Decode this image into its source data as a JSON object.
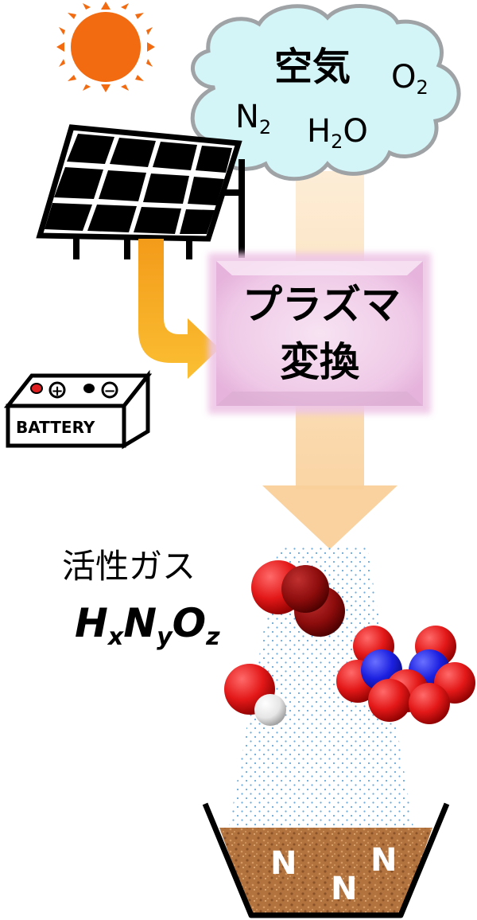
{
  "air": {
    "title": "空気",
    "gases": [
      {
        "name": "O2",
        "base": "O",
        "sub": "2",
        "tail": ""
      },
      {
        "name": "N2",
        "base": "N",
        "sub": "2",
        "tail": ""
      },
      {
        "name": "H2O",
        "base": "H",
        "sub": "2",
        "tail": "O"
      }
    ]
  },
  "plasma": {
    "line1": "プラズマ",
    "line2": "変換"
  },
  "battery": {
    "label": "BATTERY",
    "plus": "+",
    "minus": "−"
  },
  "active_gas": {
    "title": "活性ガス",
    "formula": [
      {
        "base": "H",
        "sub": "x"
      },
      {
        "base": "N",
        "sub": "y"
      },
      {
        "base": "O",
        "sub": "z"
      }
    ]
  },
  "soil": {
    "labels": [
      "N",
      "N",
      "N"
    ]
  },
  "colors": {
    "sun": "#f26b10",
    "cloud_fill": "#d3f5f8",
    "cloud_stroke": "#9fa3a6",
    "solar_panel": "#000000",
    "orange_arrow": "#f7a21b",
    "beige_arrow": "#fbd9a8",
    "plasma_box": "#f4d9ee",
    "oxygen": "#d91414",
    "nitrogen": "#1c20e0",
    "hydrogen": "#f2f2f2",
    "soil": "#b3733f",
    "spray_dot": "#6aa9d9"
  },
  "icons": [
    "sun-icon",
    "cloud-icon",
    "solar-panel-icon",
    "battery-icon",
    "o2-molecule-icon",
    "no3-molecule-icon",
    "oh-molecule-icon",
    "soil-pot-icon"
  ]
}
